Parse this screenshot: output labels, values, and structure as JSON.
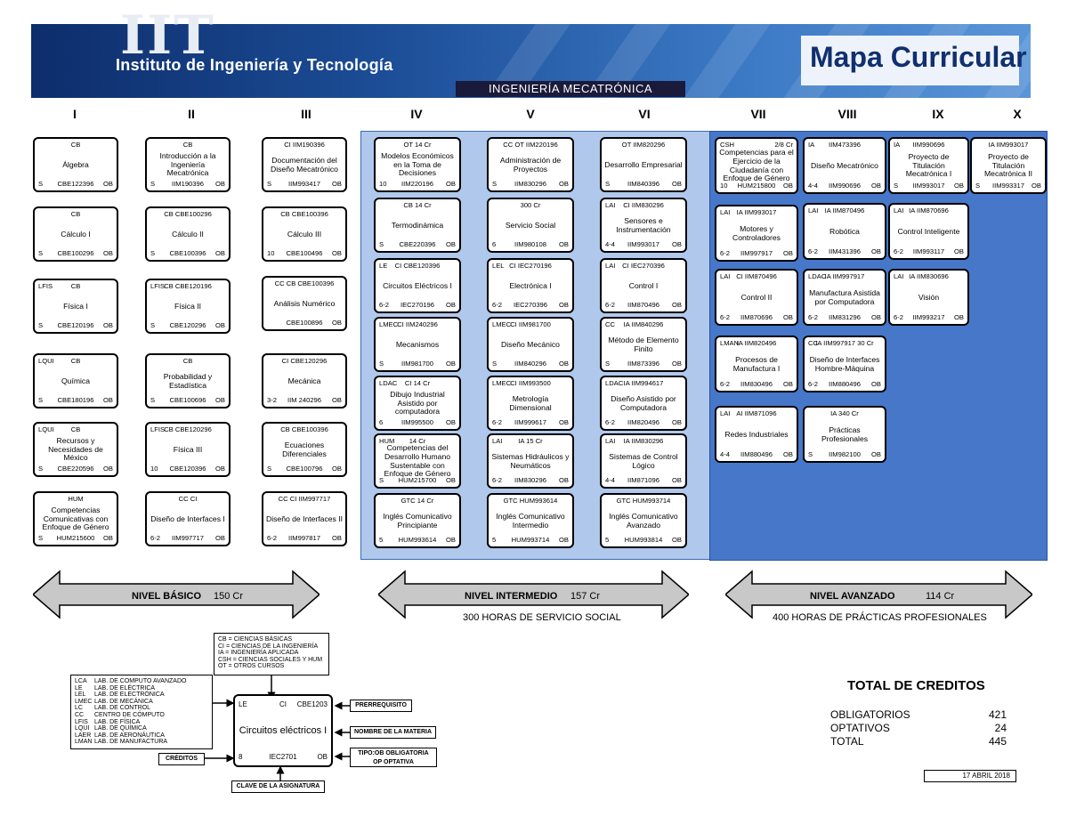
{
  "header": {
    "logo": "IIT",
    "institution": "Instituto de Ingeniería y Tecnología",
    "title": "Mapa Curricular",
    "program": "INGENIERÍA MECATRÓNICA"
  },
  "semesters": [
    "I",
    "II",
    "III",
    "IV",
    "V",
    "VI",
    "VII",
    "VIII",
    "IX",
    "X"
  ],
  "courses": [
    {
      "tl": "",
      "tc": "CB",
      "tr": "",
      "name": "Álgebra",
      "bl": "S",
      "bc": "CBE122396",
      "br": "OB"
    },
    {
      "tl": "",
      "tc": "CB",
      "tr": "",
      "name": "Cálculo I",
      "bl": "S",
      "bc": "CBE100296",
      "br": "OB"
    },
    {
      "tl": "LFIS",
      "tc": "CB",
      "tr": "",
      "name": "Física I",
      "bl": "S",
      "bc": "CBE120196",
      "br": "OB"
    },
    {
      "tl": "LQUI",
      "tc": "CB",
      "tr": "",
      "name": "Química",
      "bl": "S",
      "bc": "CBE180196",
      "br": "OB"
    },
    {
      "tl": "LQUI",
      "tc": "CB",
      "tr": "",
      "name": "Recursos y Necesidades de México",
      "bl": "S",
      "bc": "CBE220596",
      "br": "OB"
    },
    {
      "tl": "",
      "tc": "HUM",
      "tr": "",
      "name": "Competencias Comunicativas con Enfoque de Género",
      "bl": "S",
      "bc": "HUM215600",
      "br": "OB"
    },
    {
      "tl": "",
      "tc": "CB",
      "tr": "",
      "name": "Introducción a la Ingeniería Mecatrónica",
      "bl": "S",
      "bc": "IIM190396",
      "br": "OB"
    },
    {
      "tl": "",
      "tc": "CB CBE100296",
      "tr": "",
      "name": "Cálculo II",
      "bl": "S",
      "bc": "CBE100396",
      "br": "OB"
    },
    {
      "tl": "LFIS",
      "tc": "CB CBE120196",
      "tr": "",
      "name": "Física II",
      "bl": "S",
      "bc": "CBE120296",
      "br": "OB"
    },
    {
      "tl": "",
      "tc": "CB",
      "tr": "",
      "name": "Probabilidad y Estadística",
      "bl": "S",
      "bc": "CBE100696",
      "br": "OB"
    },
    {
      "tl": "LFIS",
      "tc": "CB CBE120296",
      "tr": "",
      "name": "Física III",
      "bl": "10",
      "bc": "CBE120396",
      "br": "OB"
    },
    {
      "tl": "",
      "tc": "CC CI",
      "tr": "",
      "name": "Diseño de Interfaces I",
      "bl": "6-2",
      "bc": "IIM997717",
      "br": "OB"
    },
    {
      "tl": "",
      "tc": "CI IIM190396",
      "tr": "",
      "name": "Documentación del Diseño Mecatrónico",
      "bl": "S",
      "bc": "IIM993417",
      "br": "OB"
    },
    {
      "tl": "",
      "tc": "CB CBE100396",
      "tr": "",
      "name": "Cálculo III",
      "bl": "10",
      "bc": "CBE100496",
      "br": "OB"
    },
    {
      "tl": "",
      "tc": "CC CB CBE100396",
      "tr": "",
      "name": "Análisis Numérico",
      "bl": "",
      "bc": "CBE100896",
      "br": "OB"
    },
    {
      "tl": "",
      "tc": "CI CBE120296",
      "tr": "",
      "name": "Mecánica",
      "bl": "3-2",
      "bc": "IIM 240296",
      "br": "OB"
    },
    {
      "tl": "",
      "tc": "CB CBE100396",
      "tr": "",
      "name": "Ecuaciones Diferenciales",
      "bl": "S",
      "bc": "CBE100796",
      "br": "OB"
    },
    {
      "tl": "",
      "tc": "CC CI IIM997717",
      "tr": "",
      "name": "Diseño de Interfaces II",
      "bl": "6-2",
      "bc": "IIM997817",
      "br": "OB"
    },
    {
      "tl": "",
      "tc": "OT 14 Cr",
      "tr": "",
      "name": "Modelos Económicos en la Toma de Decisiones",
      "bl": "10",
      "bc": "IIM220196",
      "br": "OB"
    },
    {
      "tl": "",
      "tc": "CB 14 Cr",
      "tr": "",
      "name": "Termodinámica",
      "bl": "S",
      "bc": "CBE220396",
      "br": "OB"
    },
    {
      "tl": "LE",
      "tc": "CI CBE120396",
      "tr": "",
      "name": "Circuitos Eléctricos I",
      "bl": "6-2",
      "bc": "IEC270196",
      "br": "OB"
    },
    {
      "tl": "LMEC",
      "tc": "CI IIM240296",
      "tr": "",
      "name": "Mecanismos",
      "bl": "S",
      "bc": "IIM981700",
      "br": "OB"
    },
    {
      "tl": "LDAC",
      "tc": "CI 14 Cr",
      "tr": "",
      "name": "Dibujo Industrial Asistido por computadora",
      "bl": "6",
      "bc": "IIM995500",
      "br": "OB"
    },
    {
      "tl": "HUM",
      "tc": "14 Cr",
      "tr": "",
      "name": "Competencias del Desarrollo Humano Sustentable con Enfoque de Género",
      "bl": "S",
      "bc": "HUM215700",
      "br": "OB"
    },
    {
      "tl": "",
      "tc": "GTC 14 Cr",
      "tr": "",
      "name": "Inglés Comunicativo Principiante",
      "bl": "5",
      "bc": "HUM993614",
      "br": "OB"
    },
    {
      "tl": "",
      "tc": "CC OT IIM220196",
      "tr": "",
      "name": "Administración de Proyectos",
      "bl": "S",
      "bc": "IIM830296",
      "br": "OB"
    },
    {
      "tl": "",
      "tc": "300 Cr",
      "tr": "",
      "name": "Servicio Social",
      "bl": "6",
      "bc": "IIM980108",
      "br": "OB"
    },
    {
      "tl": "LEL",
      "tc": "CI IEC270196",
      "tr": "",
      "name": "Electrónica I",
      "bl": "6-2",
      "bc": "IEC270396",
      "br": "OB"
    },
    {
      "tl": "LMEC",
      "tc": "CI IIM981700",
      "tr": "",
      "name": "Diseño Mecánico",
      "bl": "S",
      "bc": "IIM840296",
      "br": "OB"
    },
    {
      "tl": "LMEC",
      "tc": "CI IIM993500",
      "tr": "",
      "name": "Metrología Dimensional",
      "bl": "6-2",
      "bc": "IIM999617",
      "br": "OB"
    },
    {
      "tl": "LAI",
      "tc": "IA 15 Cr",
      "tr": "",
      "name": "Sistemas Hidráulicos y Neumáticos",
      "bl": "6-2",
      "bc": "IIM830296",
      "br": "OB"
    },
    {
      "tl": "",
      "tc": "GTC HUM993614",
      "tr": "",
      "name": "Inglés Comunicativo Intermedio",
      "bl": "5",
      "bc": "HUM993714",
      "br": "OB"
    },
    {
      "tl": "",
      "tc": "OT IIM820296",
      "tr": "",
      "name": "Desarrollo Empresarial",
      "bl": "S",
      "bc": "IIM840396",
      "br": "OB"
    },
    {
      "tl": "LAI",
      "tc": "CI IIM830296",
      "tr": "",
      "name": "Sensores e Instrumentación",
      "bl": "4-4",
      "bc": "IIM993017",
      "br": "OB"
    },
    {
      "tl": "LAI",
      "tc": "CI IEC270396",
      "tr": "",
      "name": "Control I",
      "bl": "6-2",
      "bc": "IIM870496",
      "br": "OB"
    },
    {
      "tl": "CC",
      "tc": "IA IIM840296",
      "tr": "",
      "name": "Método de Elemento Finito",
      "bl": "S",
      "bc": "IIM873396",
      "br": "OB"
    },
    {
      "tl": "LDAC",
      "tc": "IA IIM994617",
      "tr": "",
      "name": "Diseño Asistido por Computadora",
      "bl": "6-2",
      "bc": "IIM820496",
      "br": "OB"
    },
    {
      "tl": "LAI",
      "tc": "IA IIM830296",
      "tr": "",
      "name": "Sistemas de Control Lógico",
      "bl": "4-4",
      "bc": "IIM871096",
      "br": "OB"
    },
    {
      "tl": "",
      "tc": "GTC HUM993714",
      "tr": "",
      "name": "Inglés Comunicativo Avanzado",
      "bl": "5",
      "bc": "HUM993814",
      "br": "OB"
    },
    {
      "tl": "CSH",
      "tc": "",
      "tr": "2/8 Cr",
      "name": "Competencias para el Ejercicio de la Ciudadanía con Enfoque de Género",
      "bl": "10",
      "bc": "HUM215800",
      "br": "OB"
    },
    {
      "tl": "LAI",
      "tc": "IA IIM993017",
      "tr": "",
      "name": "Motores y Controladores",
      "bl": "6-2",
      "bc": "IIM997917",
      "br": "OB"
    },
    {
      "tl": "LAI",
      "tc": "CI IIM870496",
      "tr": "",
      "name": "Control II",
      "bl": "6-2",
      "bc": "IIM870696",
      "br": "OB"
    },
    {
      "tl": "LMAN",
      "tc": "IA IIM820496",
      "tr": "",
      "name": "Procesos de Manufactura I",
      "bl": "6-2",
      "bc": "IIM830496",
      "br": "OB"
    },
    {
      "tl": "LAI",
      "tc": "AI IIM871096",
      "tr": "",
      "name": "Redes Industriales",
      "bl": "4-4",
      "bc": "IIM880496",
      "br": "OB"
    },
    {
      "tl": "IA",
      "tc": "IIM473396",
      "tr": "",
      "name": "Diseño Mecatrónico",
      "bl": "4-4",
      "bc": "IIM990696",
      "br": "OB"
    },
    {
      "tl": "LAI",
      "tc": "IA IIM870496",
      "tr": "",
      "name": "Robótica",
      "bl": "6-2",
      "bc": "IIM431396",
      "br": "OB"
    },
    {
      "tl": "LDAC",
      "tc": "IA IIM997917",
      "tr": "",
      "name": "Manufactura Asistida por Computadora",
      "bl": "6-2",
      "bc": "IIM831296",
      "br": "OB"
    },
    {
      "tl": "CC",
      "tc": "IA IIM997917 30 Cr",
      "tr": "",
      "name": "Diseño de Interfaces Hombre-Máquina",
      "bl": "6-2",
      "bc": "IIM880496",
      "br": "OB"
    },
    {
      "tl": "",
      "tc": "IA 340 Cr",
      "tr": "",
      "name": "Prácticas Profesionales",
      "bl": "S",
      "bc": "IIM982100",
      "br": "OB"
    },
    {
      "tl": "IA",
      "tc": "IIM990696",
      "tr": "",
      "name": "Proyecto de Titulación Mecatrónica I",
      "bl": "S",
      "bc": "IIM993017",
      "br": "OB"
    },
    {
      "tl": "LAI",
      "tc": "IA IIM870696",
      "tr": "",
      "name": "Control Inteligente",
      "bl": "6-2",
      "bc": "IIM993117",
      "br": "OB"
    },
    {
      "tl": "LAI",
      "tc": "IA IIM830696",
      "tr": "",
      "name": "Visión",
      "bl": "6-2",
      "bc": "IIM993217",
      "br": "OB"
    },
    {
      "tl": "",
      "tc": "IA IIM993017",
      "tr": "",
      "name": "Proyecto de Titulación Mecatrónica II",
      "bl": "S",
      "bc": "IIM993317",
      "br": "OB"
    }
  ],
  "levels": [
    {
      "label": "NIVEL BÁSICO",
      "credits": "150 Cr",
      "note": ""
    },
    {
      "label": "NIVEL INTERMEDIO",
      "credits": "157 Cr",
      "note": "300 HORAS DE SERVICIO SOCIAL"
    },
    {
      "label": "NIVEL AVANZADO",
      "credits": "114 Cr",
      "note": "400 HORAS DE PRÁCTICAS PROFESIONALES"
    }
  ],
  "area_legend": [
    "CB = CIENCIAS BÁSICAS",
    "CI = CIENCIAS DE LA INGENIERÍA",
    "IA = INGENIERÍA APLICADA",
    "CSH = CIENCIAS SOCIALES Y HUM",
    "OT = OTROS CURSOS"
  ],
  "lab_legend": [
    {
      "code": "LCA",
      "desc": "LAB. DE COMPUTO AVANZADO"
    },
    {
      "code": "LE",
      "desc": "LAB. DE ELÉCTRICA"
    },
    {
      "code": "LEL",
      "desc": "LAB. DE ELECTRÓNICA"
    },
    {
      "code": "LMEC",
      "desc": "LAB. DE MECÁNICA"
    },
    {
      "code": "LC",
      "desc": "LAB. DE CONTROL"
    },
    {
      "code": "CC",
      "desc": "CENTRO DE CÓMPUTO"
    },
    {
      "code": "LFIS",
      "desc": "LAB. DE FÍSICA"
    },
    {
      "code": "LQUI",
      "desc": "LAB. DE QUÍMICA"
    },
    {
      "code": "LAER",
      "desc": "LAB. DE AERONÁUTICA"
    },
    {
      "code": "LMAN",
      "desc": "LAB. DE MANUFACTURA"
    }
  ],
  "key": {
    "sample_tl": "LE",
    "sample_tc": "CI",
    "sample_tr": "CBE1203",
    "sample_name": "Circuitos eléctricos I",
    "sample_bl": "8",
    "sample_bc": "IEC2701",
    "sample_br": "OB",
    "prerequisite": "PRERREQUISITO",
    "subject_name": "NOMBRE DE LA MATERIA",
    "type": "TIPO:OB OBLIGATORIA OP OPTATIVA",
    "credits": "CRÉDITOS",
    "code": "CLAVE DE LA ASIGNATURA"
  },
  "totals": {
    "title": "TOTAL DE CREDITOS",
    "rows": [
      {
        "label": "OBLIGATORIOS",
        "value": "421"
      },
      {
        "label": "OPTATIVOS",
        "value": "24"
      },
      {
        "label": "TOTAL",
        "value": "445"
      }
    ],
    "date": "17 ABRIL 2018"
  }
}
